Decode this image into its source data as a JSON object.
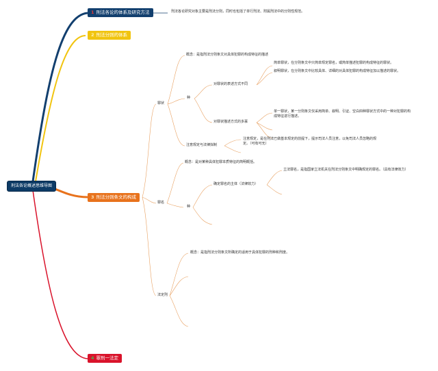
{
  "root": {
    "label": "刑法各论概述思维导图"
  },
  "branches": [
    {
      "num": "1",
      "label": "刑法各论的体系及研究方法",
      "note": "刑法各论研究对象主要是刑法分则，同时也包括了单行刑法、附属刑法中的分则性规范。"
    },
    {
      "num": "2",
      "label": "刑法分则的体系"
    },
    {
      "num": "3",
      "label": "刑法分则条文的构成"
    },
    {
      "num": "4",
      "label": "罪刑一法定"
    }
  ],
  "zhuangzhuang": {
    "label": "罪状",
    "concept": "概念：是指刑法分则条文对具体犯罪的构成特征的描述",
    "kinds": "种",
    "by_expression": {
      "label": "对罪状的表述方式不同",
      "simple": "简单罪状，在分则条文中只简单规定罪名，或简单描述犯罪的构成特征的罪状。",
      "descriptive": "叙明罪状，在分则条文中比较具体、详细的对具体犯罪的构成特征加以描述的罪状。"
    },
    "by_count": {
      "label": "对罪状描述方式的多寡",
      "single": "单一罪状，某一分则条文仅采用简单、叙明、引证、空白四种罪状方式中的一种对犯罪的构成特征进行描述。"
    },
    "notice": {
      "label": "注意规定与法律拟制",
      "text": "注意规定，是在刑法已做基本规定的前提下，提示司法人员注意，以免司法人员忽略的规定。（可有可无）"
    }
  },
  "zuiming": {
    "label": "罪名",
    "concept": "概念：是对某种具体犯罪本质特征的简明概括。",
    "kinds": "种",
    "subject": {
      "label": "确定罪名的主体（法律效力）",
      "legislative": "立法罪名，是指国家立法机关在刑法分则条文中明确规定的罪名。（具有法律效力）"
    }
  },
  "fadingxing": {
    "label": "法定刑",
    "concept": "概念：是指刑法分则条文所确定的适用于具体犯罪的刑种和刑度。"
  },
  "colors": {
    "branch1": "#123f6e",
    "branch2": "#f1c40f",
    "branch3": "#e8721c",
    "branch4": "#d9132b",
    "leaf": "#e8a060"
  }
}
